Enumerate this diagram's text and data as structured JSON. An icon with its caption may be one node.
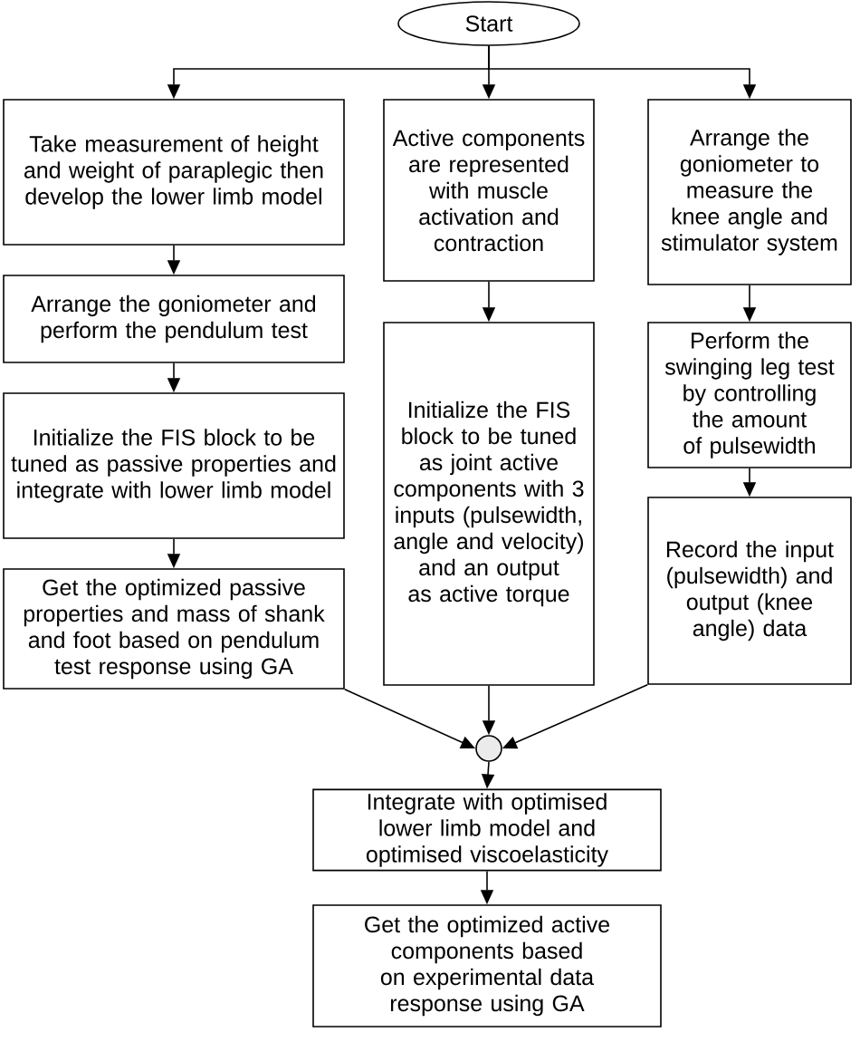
{
  "diagram": {
    "nodes": [
      {
        "text": [
          "Start"
        ]
      },
      {
        "text": [
          "Take measurement of height and weight of paraplegic then develop the lower limb model"
        ]
      },
      {
        "text": [
          "Arrange the goniometer and perform the pendulum test"
        ]
      },
      {
        "text": [
          "Initialize the FIS block to be tuned as passive properties and integrate with lower limb model"
        ]
      },
      {
        "text": [
          "Get the optimized passive properties and mass of shank and foot based on pendulum test response using GA"
        ]
      },
      {
        "text": [
          "Active components are represented with muscle activation and contraction"
        ]
      },
      {
        "text": [
          "Initialize the FIS block to be tuned as joint active components with 3 inputs (pulsewidth, angle and velocity) and an output as active torque"
        ]
      },
      {
        "text": [
          "Arrange the goniometer to measure the knee angle and stimulator system"
        ]
      },
      {
        "text": [
          "Perform the swinging leg test by controlling the amount of pulsewidth"
        ]
      },
      {
        "text": [
          "Record the input (pulsewidth) and output (knee angle) data"
        ]
      },
      {
        "text": [],
        "shape": "circle"
      },
      {
        "text": [
          "Integrate with optimised lower limb model and optimised viscoelasticity"
        ]
      },
      {
        "text": [
          "Get the optimized active components based on experimental data response using GA"
        ]
      }
    ],
    "edges": [
      {
        "from": 0,
        "to": 1,
        "arrow": "to"
      },
      {
        "from": 0,
        "to": 5,
        "arrow": "to"
      },
      {
        "from": 0,
        "to": 7,
        "arrow": "to"
      },
      {
        "from": 1,
        "to": 2,
        "arrow": "to"
      },
      {
        "from": 2,
        "to": 3,
        "arrow": "to"
      },
      {
        "from": 3,
        "to": 4,
        "arrow": "to"
      },
      {
        "from": 5,
        "to": 6,
        "arrow": "to"
      },
      {
        "from": 7,
        "to": 8,
        "arrow": "to"
      },
      {
        "from": 8,
        "to": 9,
        "arrow": "to"
      },
      {
        "from": 4,
        "to": 10,
        "arrow": "to"
      },
      {
        "from": 6,
        "to": 10,
        "arrow": "to"
      },
      {
        "from": 9,
        "to": 10,
        "arrow": "to"
      },
      {
        "from": 10,
        "to": 11,
        "arrow": "to"
      },
      {
        "from": 11,
        "to": 12,
        "arrow": "to"
      }
    ]
  }
}
